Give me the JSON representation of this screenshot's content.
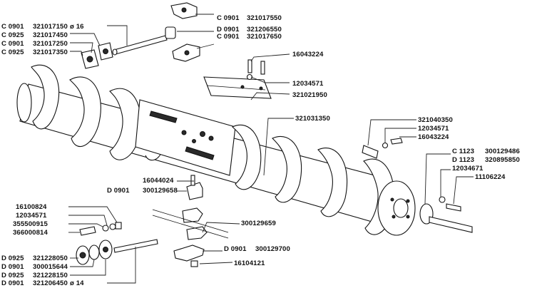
{
  "labels": {
    "l01": "C 0901",
    "l02": "321017150",
    "l03": "ø 16",
    "l04": "C 0925",
    "l05": "321017450",
    "l06": "C 0901",
    "l07": "321017250",
    "l08": "C 0925",
    "l09": "321017350",
    "l10": "C 0901",
    "l11": "321017550",
    "l12": "D 0901",
    "l13": "321206550",
    "l14": "C 0901",
    "l15": "321017650",
    "l16": "16043224",
    "l17": "12034571",
    "l18": "321021950",
    "l19": "321031350",
    "l20": "321040350",
    "l21": "12034571",
    "l22": "16043224",
    "l23": "C 1123",
    "l24": "300129486",
    "l25": "D 1123",
    "l26": "320895850",
    "l27": "12034671",
    "l28": "11106224",
    "l29": "16044024",
    "l30": "D 0901",
    "l31": "300129658",
    "l32": "16100824",
    "l33": "12034571",
    "l34": "355500915",
    "l35": "366000814",
    "l36": "300129659",
    "l37": "D 0901",
    "l38": "300129700",
    "l39": "16104121",
    "l40": "D 0925",
    "l41": "321228050",
    "l42": "D 0901",
    "l43": "300015644",
    "l44": "D 0925",
    "l45": "321228150",
    "l46": "D 0901",
    "l47": "321206450",
    "l48": "ø 14"
  }
}
